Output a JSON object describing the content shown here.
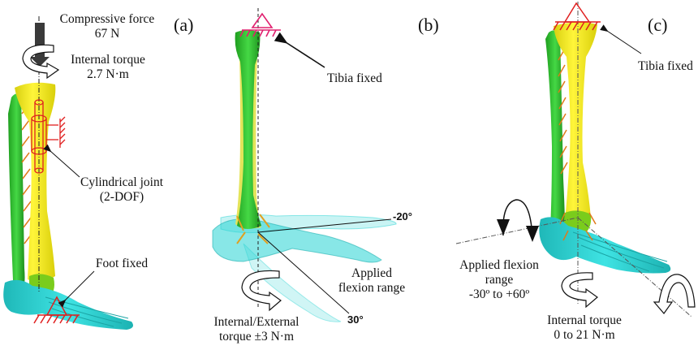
{
  "figure": {
    "panels": [
      {
        "tag": "(a)",
        "labels": {
          "load_title": "Compressive force",
          "load_value": "67 N",
          "torque_title": "Internal torque",
          "torque_value": "2.7 N·m",
          "joint_title": "Cylindrical joint",
          "joint_sub": "(2-DOF)",
          "foot_fixed": "Foot fixed"
        }
      },
      {
        "tag": "(b)",
        "labels": {
          "tibia_fixed": "Tibia fixed",
          "angle_top": "-20°",
          "angle_bottom": "30°",
          "flexion_line1": "Applied",
          "flexion_line2": "flexion range",
          "torque_line1": "Internal/External",
          "torque_line2": "torque ±3 N·m"
        }
      },
      {
        "tag": "(c)",
        "labels": {
          "tibia_fixed": "Tibia fixed",
          "flexion_line1": "Applied flexion",
          "flexion_line2": "range",
          "flexion_line3": "-30º  to  +60º",
          "torque_line1": "Internal torque",
          "torque_line2": "0 to 21 N·m"
        }
      }
    ],
    "colors": {
      "tibia": "#f2ea1a",
      "fibula": "#2fc22f",
      "talus": "#6fcf1f",
      "foot": "#27d3d3",
      "constraint_red": "#e02020",
      "constraint_pink": "#e0206f",
      "ligament": "#e07a1a"
    }
  }
}
